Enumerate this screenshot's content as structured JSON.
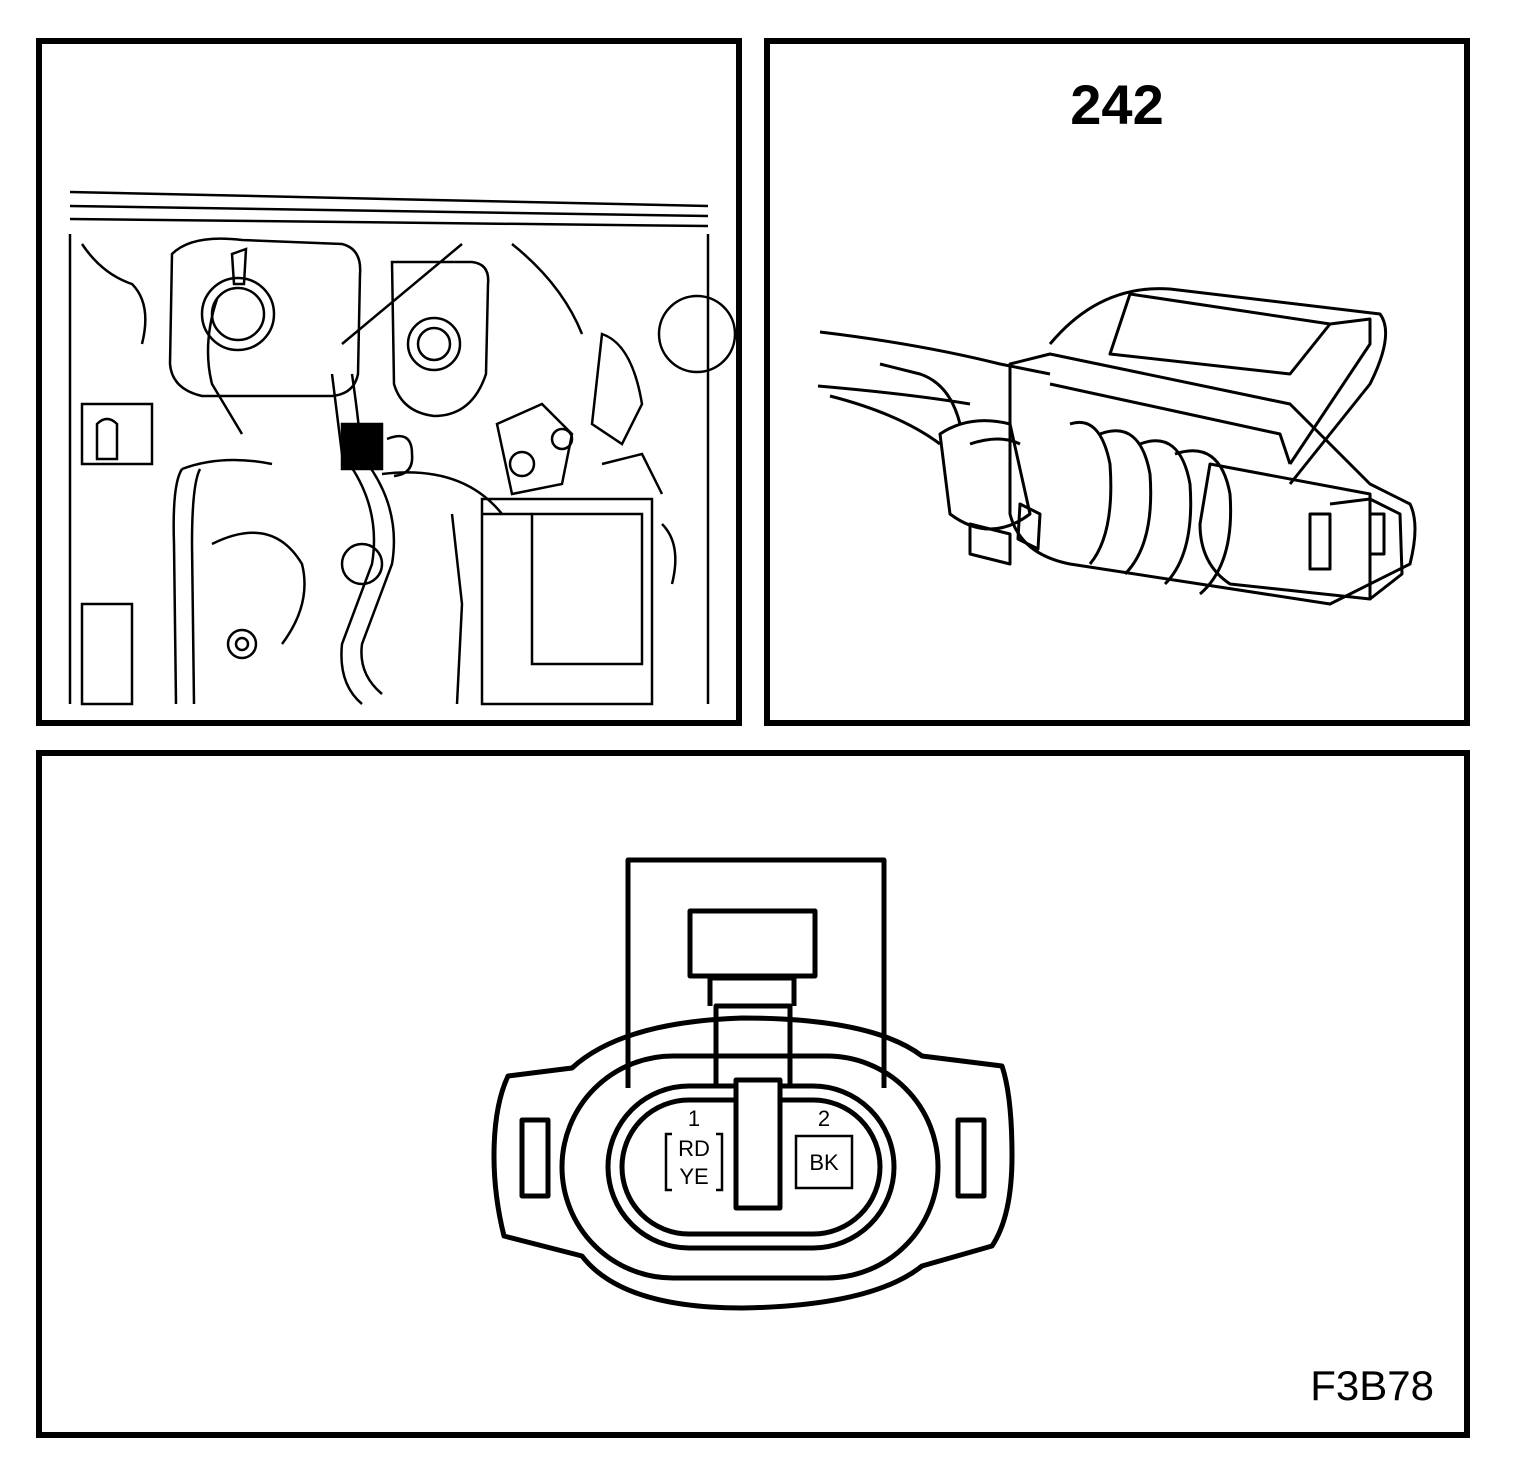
{
  "connector_number": "242",
  "figure_code": "F3B78",
  "pins": [
    {
      "number": "1",
      "color_lines": [
        "RD",
        "YE"
      ]
    },
    {
      "number": "2",
      "color_lines": [
        "BK"
      ]
    }
  ],
  "icons": {
    "engine_bay": "engine-bay-illustration",
    "connector": "connector-3d-illustration",
    "pinout": "connector-face-pinout"
  }
}
